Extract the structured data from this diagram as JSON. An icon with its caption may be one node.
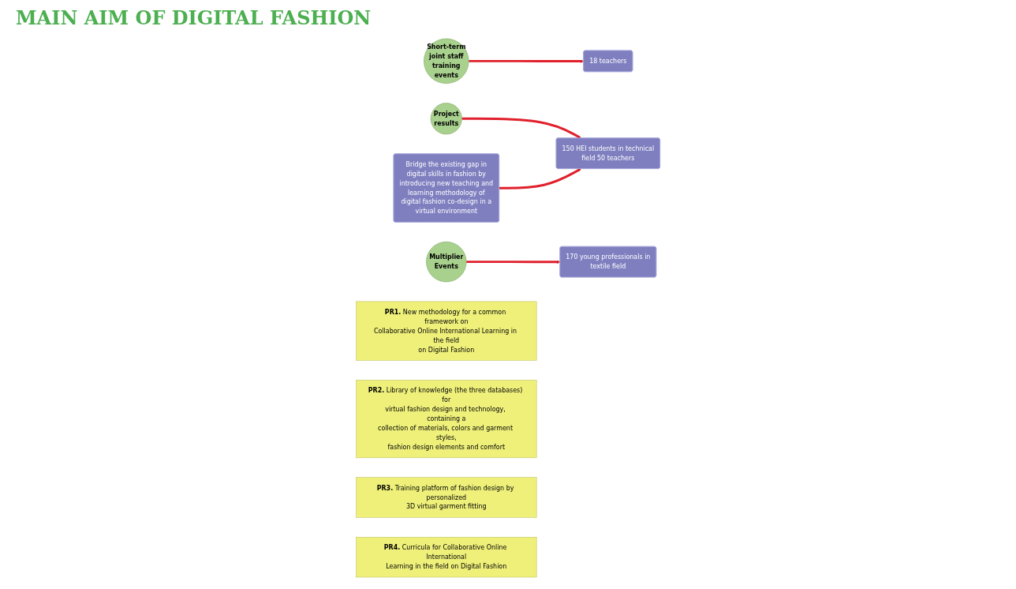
{
  "diagram": {
    "title": "MAIN AIM OF DIGITAL FASHION",
    "nodes": [
      {
        "text": [
          "Short-term joint staff training events"
        ]
      },
      {
        "text": [
          "Project results"
        ]
      },
      {
        "text": [
          "18 teachers"
        ]
      },
      {
        "text": [
          "150 HEI students in technical field 50 teachers"
        ]
      },
      {
        "text": [
          "Bridge the existing gap in digital skills in fashion by introducing new teaching and learning methodology of digital fashion co-design in a virtual environment"
        ]
      },
      {
        "text": [
          "170 young professionals in textile field"
        ]
      },
      {
        "text": [
          "Multiplier Events"
        ]
      },
      {
        "text": [
          "**PR1.** New methodology for a common framework on Collaborative Online International Learning in the field on Digital Fashion"
        ]
      },
      {
        "text": [
          "**PR2.** Library of knowledge (the three databases) for virtual fashion design and technology, containing a collection of materials, colors and garment styles, fashion design elements and comfort"
        ]
      },
      {
        "text": [
          "**PR3.** Training platform of fashion design by personalized 3D virtual garment fitting"
        ]
      },
      {
        "text": [
          "**PR4.** Curricula for Collaborative Online International Learning in the field on Digital Fashion"
        ]
      }
    ],
    "edges": [
      {
        "from": 0,
        "to": 2,
        "arrow": "to"
      },
      {
        "from": 1,
        "to": 3,
        "arrow": "to"
      },
      {
        "from": 4,
        "to": 3,
        "arrow": "to"
      },
      {
        "from": 6,
        "to": 5,
        "arrow": "to"
      }
    ]
  }
}
